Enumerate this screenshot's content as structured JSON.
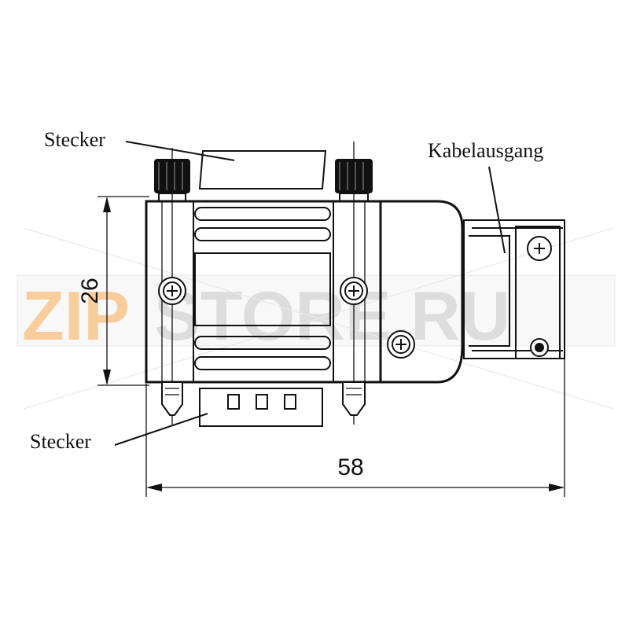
{
  "labels": {
    "top_connector": "Stecker",
    "bottom_connector": "Stecker",
    "cable_exit": "Kabelausgang"
  },
  "dimensions": {
    "height": "26",
    "width": "58"
  },
  "watermark": {
    "part1": "ZIP",
    "part2": "STORE.RU",
    "color1": "#f5a54a",
    "color2": "#c8c8c8"
  }
}
